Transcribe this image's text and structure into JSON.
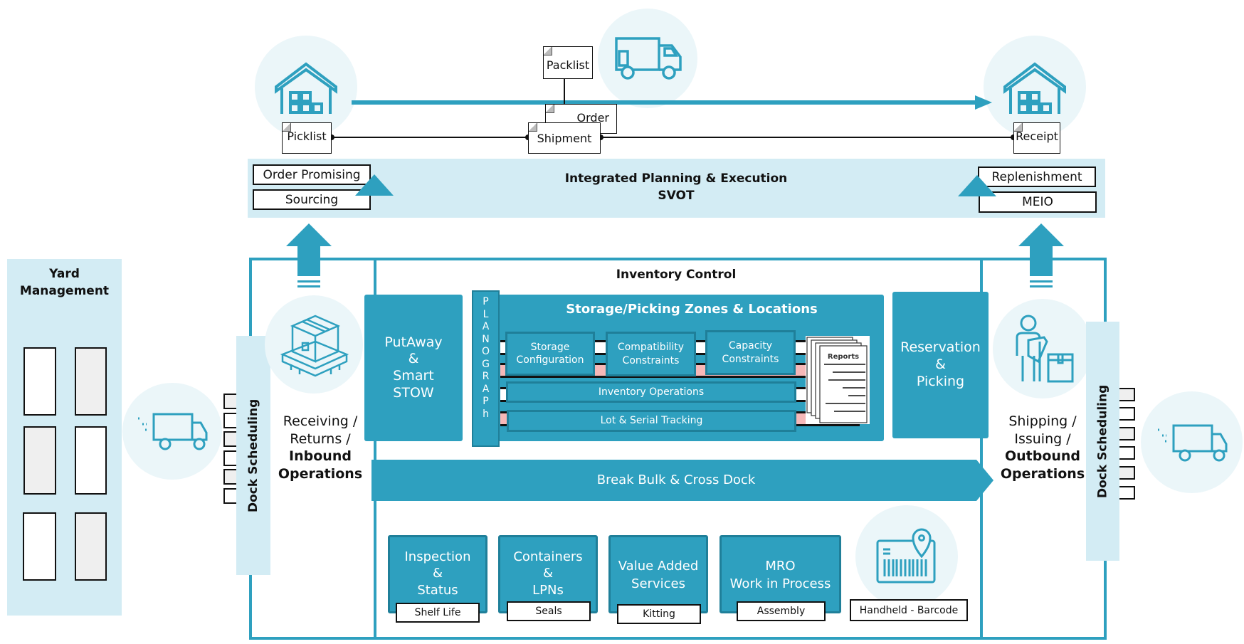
{
  "top_flow": {
    "documents": {
      "picklist": "Picklist",
      "packlist": "Packlist",
      "order": "Order",
      "shipment": "Shipment",
      "receipt": "Receipt"
    },
    "icons": [
      "warehouse-icon",
      "delivery-truck-icon",
      "warehouse-icon"
    ]
  },
  "planning": {
    "title": "Integrated Planning & Execution",
    "subtitle": "SVOT",
    "left_items": [
      "Order Promising",
      "Sourcing"
    ],
    "right_items": [
      "Replenishment",
      "MEIO"
    ]
  },
  "yard": {
    "title_line1": "Yard",
    "title_line2": "Management",
    "slots": [
      "empty",
      "occupied",
      "occupied",
      "empty",
      "empty",
      "occupied"
    ]
  },
  "dock_scheduling": {
    "left_label": "Dock Scheduling",
    "right_label": "Dock Scheduling"
  },
  "inbound": {
    "line1": "Receiving /",
    "line2": "Returns /",
    "line3": "Inbound",
    "line4": "Operations"
  },
  "outbound": {
    "line1": "Shipping /",
    "line2": "Issuing /",
    "line3": "Outbound",
    "line4": "Operations"
  },
  "inventory_control": {
    "title": "Inventory Control",
    "putaway": [
      "PutAway",
      "&",
      "Smart",
      "STOW"
    ],
    "planograph_letters": [
      "P",
      "L",
      "A",
      "N",
      "O",
      "G",
      "R",
      "A",
      "P",
      "h"
    ],
    "zones": {
      "title": "Storage/Picking Zones & Locations",
      "storage_configuration": [
        "Storage",
        "Configuration"
      ],
      "compatibility_constraints": [
        "Compatibility",
        "Constraints"
      ],
      "capacity_constraints": [
        "Capacity",
        "Constraints"
      ],
      "inventory_operations": "Inventory Operations",
      "lot_serial_tracking": "Lot & Serial Tracking",
      "reports": "Reports"
    },
    "reservation": [
      "Reservation",
      "&",
      "Picking"
    ],
    "break_bulk": "Break Bulk & Cross Dock",
    "modules": [
      {
        "lines": [
          "Inspection",
          "&",
          "Status"
        ],
        "tag": "Shelf Life"
      },
      {
        "lines": [
          "Containers",
          "&",
          "LPNs"
        ],
        "tag": "Seals"
      },
      {
        "lines": [
          "Value Added",
          "Services"
        ],
        "tag": "Kitting"
      },
      {
        "lines": [
          "MRO",
          "Work in Process"
        ],
        "tag": "Assembly"
      }
    ],
    "handheld": "Handheld - Barcode"
  },
  "colors": {
    "teal": "#2ea0bf",
    "light_blue": "#d3ecf4",
    "circle_bg": "#ebf6f9",
    "rack_pink": "#f6b8b8"
  }
}
